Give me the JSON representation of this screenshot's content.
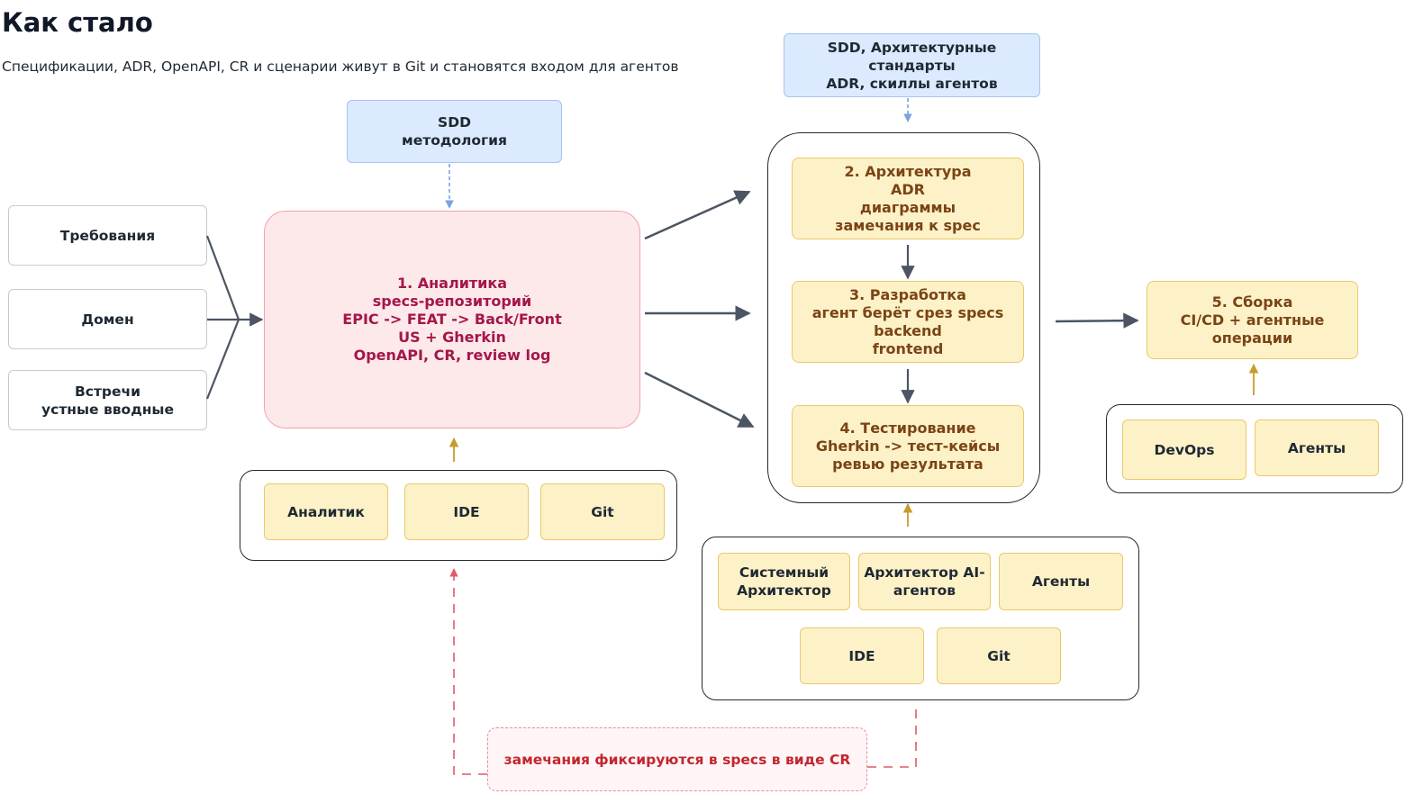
{
  "header": {
    "title": "Как стало",
    "subtitle": "Спецификации, ADR, OpenAPI, CR и сценарии живут в Git и становятся входом для агентов"
  },
  "inputs": [
    {
      "label": "Требования"
    },
    {
      "label": "Домен"
    },
    {
      "label": "Встречи\nустные вводные"
    }
  ],
  "methodology": {
    "label": "SDD\nметодология"
  },
  "standards": {
    "label": "SDD, Архитектурные\nстандарты\nADR, скиллы агентов"
  },
  "analytics": {
    "label": "1. Аналитика\nspecs-репозиторий\nEPIC -> FEAT -> Back/Front\nUS + Gherkin\nOpenAPI, CR, review log"
  },
  "analytics_tools": [
    {
      "label": "Аналитик"
    },
    {
      "label": "IDE"
    },
    {
      "label": "Git"
    }
  ],
  "architecture": {
    "label": "2. Архитектура\nADR\nдиаграммы\nзамечания к spec"
  },
  "development": {
    "label": "3. Разработка\nагент берёт срез specs\nbackend\nfrontend"
  },
  "testing": {
    "label": "4. Тестирование\nGherkin -> тест-кейсы\nревью результата"
  },
  "dev_roles": [
    {
      "label": "Системный\nАрхитектор"
    },
    {
      "label": "Архитектор AI-\nагентов"
    },
    {
      "label": "Агенты"
    },
    {
      "label": "IDE"
    },
    {
      "label": "Git"
    }
  ],
  "build": {
    "label": "5. Сборка\nCI/CD + агентные\nоперации"
  },
  "build_roles": [
    {
      "label": "DevOps"
    },
    {
      "label": "Агенты"
    }
  ],
  "feedback": {
    "label": "замечания фиксируются в specs в виде CR"
  },
  "colors": {
    "arrow_dark": "#4b5563",
    "arrow_blue": "#7aa2e3",
    "arrow_gold": "#c89b2d",
    "arrow_red": "#e05a66"
  }
}
